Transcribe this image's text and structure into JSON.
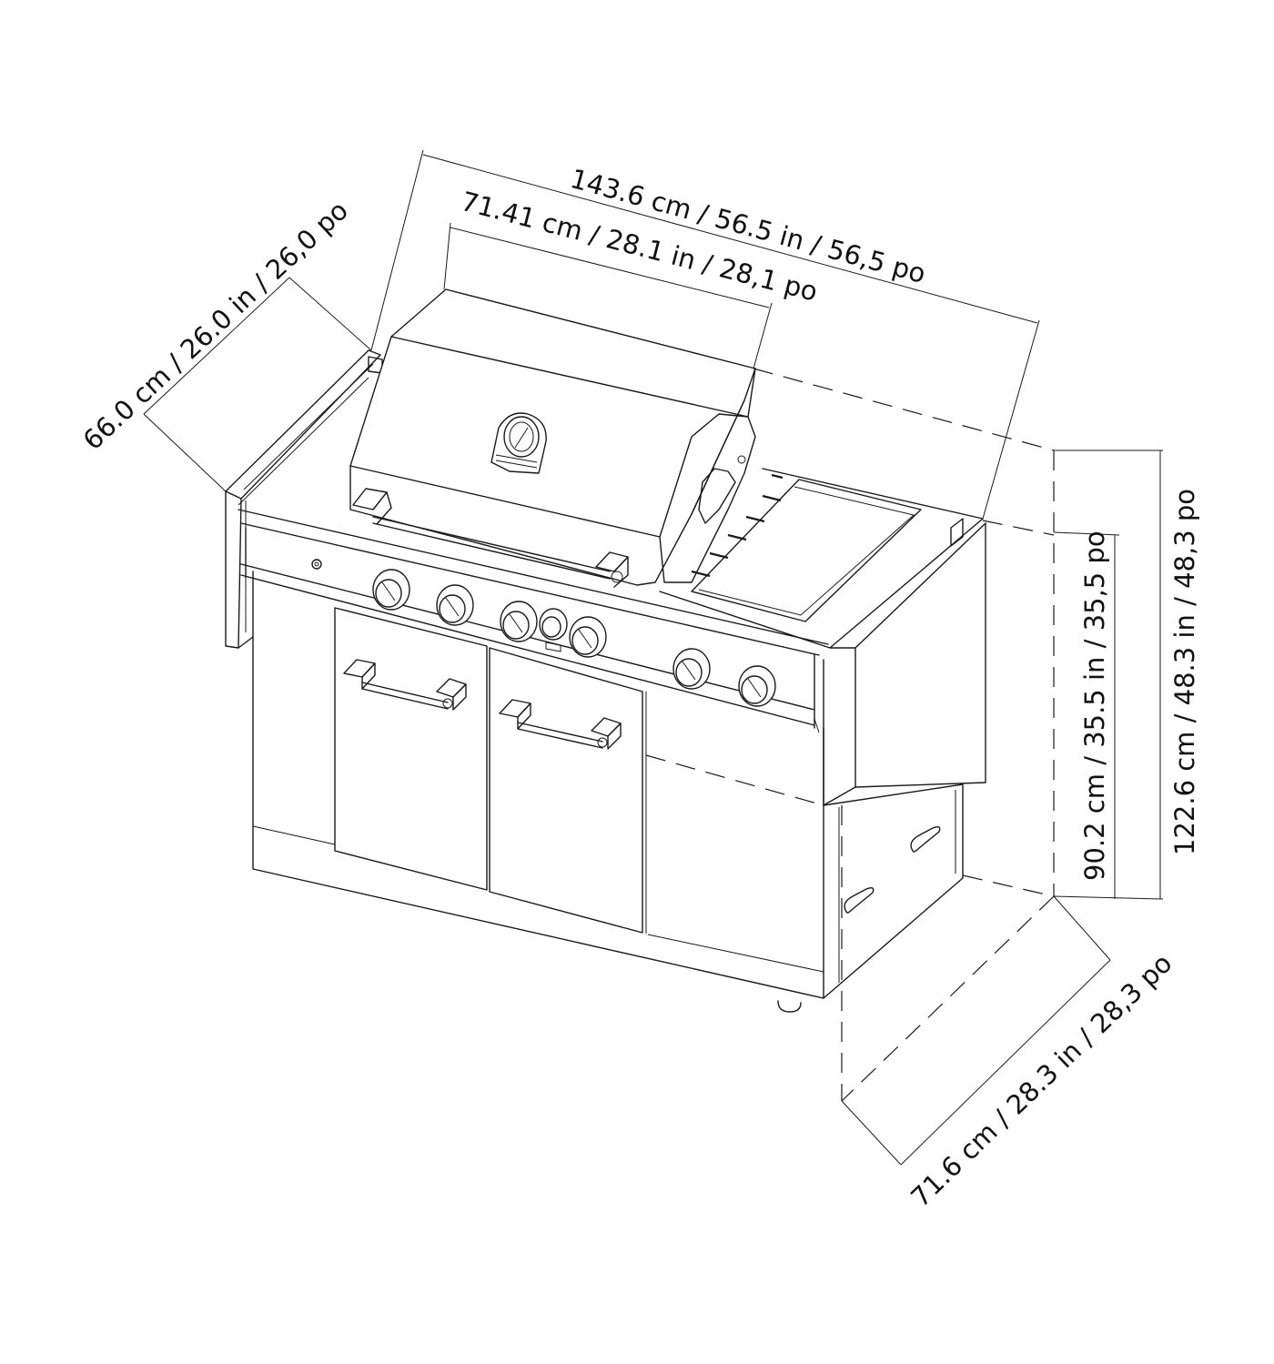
{
  "dimensions": {
    "overall_width": "143.6 cm / 56.5 in / 56,5 po",
    "lid_width": "71.41 cm / 28.1 in / 28,1 po",
    "lid_depth": "66.0 cm / 26.0 in / 26,0 po",
    "overall_height": "122.6 cm / 48.3 in / 48,3 po",
    "counter_height": "90.2 cm / 35.5 in / 35,5 po",
    "overall_depth": "71.6 cm / 28.3 in / 28,3 po"
  },
  "colors": {
    "line": "#1a1a1a",
    "background": "#ffffff"
  }
}
